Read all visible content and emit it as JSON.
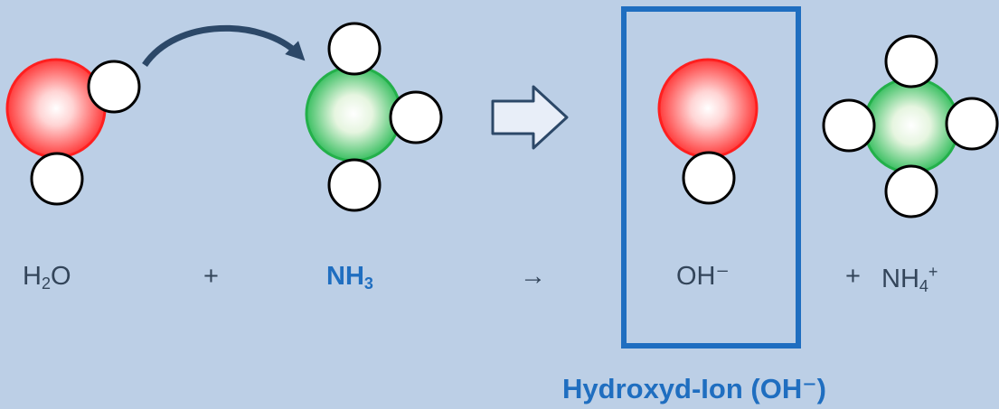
{
  "equation": {
    "water": {
      "symbol": "H",
      "sub": "2",
      "tail": "O"
    },
    "plus1": "+",
    "ammonia": {
      "symbol": "NH",
      "sub": "3"
    },
    "arrow": "→",
    "hydroxide": "OH⁻",
    "plus2": "+",
    "ammonium": {
      "symbol": "NH",
      "sub": "4",
      "sup": "+"
    }
  },
  "caption": "Hydroxyd-Ion (OH⁻)",
  "colors": {
    "background": "#bccfe6",
    "oxygen": "#ff3b3b",
    "nitrogen": "#23b04a",
    "highlight": "#1f6ec0",
    "text": "#33455a"
  },
  "icons": [
    "curved-arrow-icon",
    "block-arrow-icon"
  ]
}
